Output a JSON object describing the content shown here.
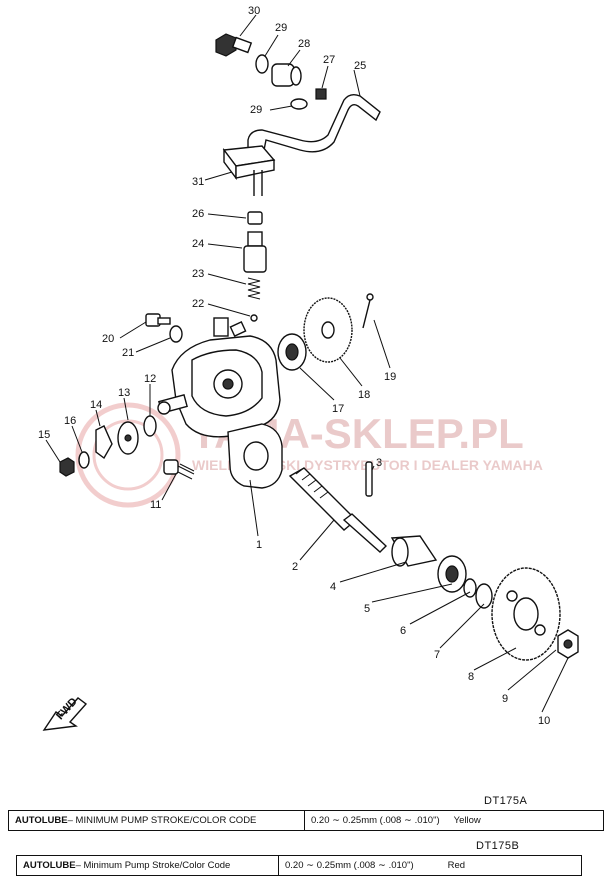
{
  "callouts": [
    "30",
    "29",
    "28",
    "27",
    "25",
    "29",
    "31",
    "26",
    "24",
    "23",
    "22",
    "20",
    "21",
    "19",
    "18",
    "17",
    "12",
    "13",
    "14",
    "16",
    "15",
    "11",
    "3",
    "1",
    "2",
    "4",
    "5",
    "6",
    "7",
    "8",
    "9",
    "10"
  ],
  "watermark": {
    "main": "YAMA-SKLEP.PL",
    "sub": "WIELKOPOLSKI DYSTRYBUTOR I DEALER YAMAHA",
    "color": "#e8a6a6"
  },
  "fwd_label": "FWD",
  "specs": [
    {
      "model": "DT175A",
      "brand": "AUTOLUBE",
      "label": " – MINIMUM PUMP STROKE/COLOR CODE",
      "value": "0.20 ∼ 0.25mm (.008 ∼ .010\")",
      "color": "Yellow"
    },
    {
      "model": "DT175B",
      "brand": "AUTOLUBE",
      "label": " – Minimum Pump Stroke/Color Code",
      "value": "0.20 ∼ 0.25mm (.008 ∼ .010\")",
      "color": "Red"
    }
  ]
}
